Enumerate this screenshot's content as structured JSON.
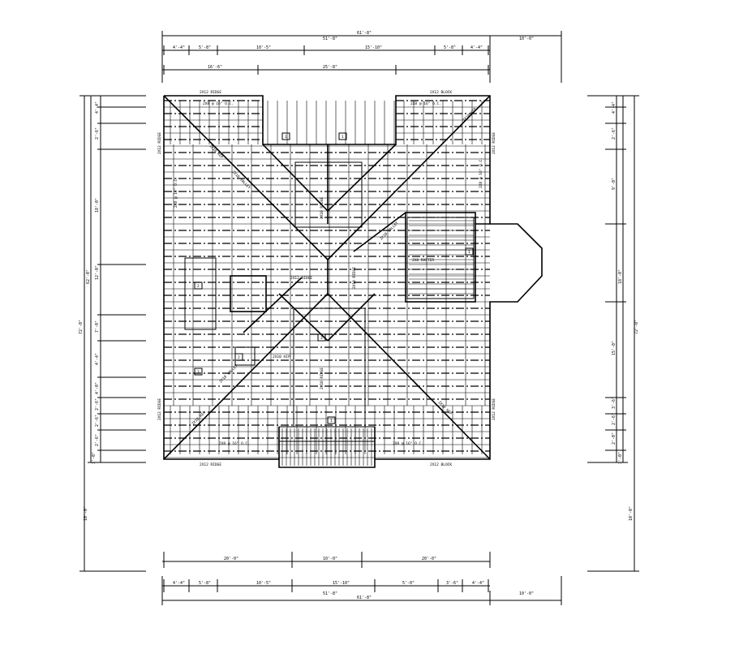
{
  "dims": {
    "top_row1": [
      "61'-8\"",
      "51'-8\"",
      "10'-0\""
    ],
    "top_row2": [
      "4'-4\"",
      "5'-8\"",
      "10'-5\"",
      "15'-10\"",
      "5'-8\"",
      "4'-4\""
    ],
    "top_row3": [
      "16'-6\"",
      "25'-8\""
    ],
    "bottom_row1": [
      "20'-0\"",
      "10'-0\"",
      "20'-0\""
    ],
    "bottom_row2": [
      "4'-4\"",
      "5'-8\"",
      "10'-5\"",
      "15'-10\"",
      "5'-0\"",
      "3'-6\"",
      "4'-4\""
    ],
    "bottom_row3": [
      "51'-8\"",
      "61'-8\"",
      "10'-0\""
    ],
    "left_outer": [
      "62'-0\"",
      "72'-0\""
    ],
    "left_inner": [
      "4'-4\"",
      "2'-6\"",
      "18'-0\"",
      "12'-0\"",
      "7'-0\"",
      "4'-4\"",
      "4'-0\"",
      "2'-6\"",
      "2'-6\"",
      "2'-6\"",
      "3'-0\"",
      "10'-0\""
    ],
    "right_outer": [
      "72'-0\""
    ],
    "right_inner": [
      "4'-4\"",
      "2'-6\"",
      "9'-0\"",
      "18'-0\"",
      "15'-0\"",
      "3'-6\"",
      "2'-6\"",
      "2'-0\"",
      "3'-0\"",
      "10'-0\""
    ]
  },
  "labels": {
    "corner_tl": "2X12 RIDGE",
    "corner_tr": "2X12 BLOCK",
    "corner_bl": "2X12 RIDGE",
    "corner_br": "2X12 BLOCK",
    "side_l_top": "2X12 RIDGE",
    "side_r_top": "2X12 RIDGE",
    "side_l_bot": "2X12 RIDGE",
    "side_r_bot": "2X12 RIDGE",
    "rafter_top_l": "2X8 @ 16\" O.C.",
    "rafter_top_r": "2X8 @ 16\" O.C.",
    "rafter_bot_l": "2X8 @ 16\" O.C.",
    "rafter_bot_r": "2X8 @ 16\" O.C.",
    "rafter_left": "2X8 @ 16\" O.C.",
    "rafter_right": "2X8 @ 16\" O.C.",
    "hip_1": "2X10 HIP",
    "hip_2": "2X10 HIP",
    "hip_3": "2X10 HIP",
    "hip_4": "2X10 HIP",
    "valley_1": "2X10 VALLEY",
    "valley_2": "2X10 VALLEY",
    "valley_3": "2X10 VALLEY",
    "center_1": "2X12 RIDGE",
    "center_2": "2X10 RIDGE",
    "center_3": "2X10 RIDGE",
    "center_4": "2X10 RIDGE",
    "center_5": "2X10 HIP",
    "bay_label": "2X8 RAFTER",
    "tag_1": "1",
    "tag_2": "1",
    "tag_3": "1",
    "tag_4": "2",
    "tag_5": "3",
    "tag_6": "1",
    "tag_7": "3",
    "tag_8": "2"
  }
}
